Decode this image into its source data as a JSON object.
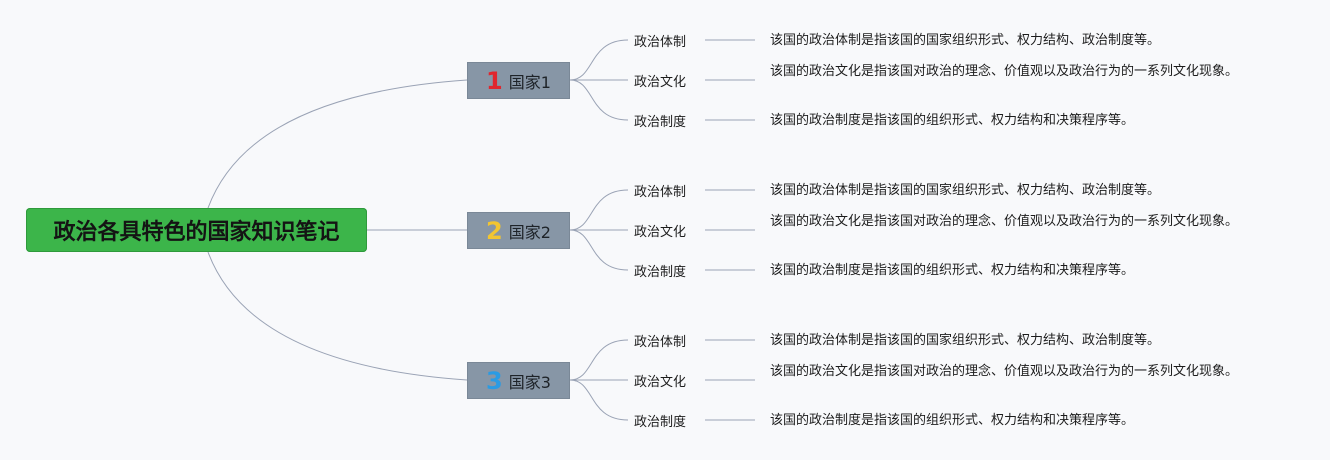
{
  "root": {
    "title": "政治各具特色的国家知识笔记"
  },
  "colors": {
    "root_bg": "#3cb54a",
    "node_bg": "#8796a6",
    "line": "#9aa3b5",
    "badges": [
      "#e0262e",
      "#f2c531",
      "#2b9be3"
    ]
  },
  "branches": [
    {
      "badge": "1",
      "label": "国家1",
      "topics": [
        {
          "name": "政治体制",
          "desc": "该国的政治体制是指该国的国家组织形式、权力结构、政治制度等。"
        },
        {
          "name": "政治文化",
          "desc": "该国的政治文化是指该国对政治的理念、价值观以及政治行为的一系列文化现象。"
        },
        {
          "name": "政治制度",
          "desc": "该国的政治制度是指该国的组织形式、权力结构和决策程序等。"
        }
      ]
    },
    {
      "badge": "2",
      "label": "国家2",
      "topics": [
        {
          "name": "政治体制",
          "desc": "该国的政治体制是指该国的国家组织形式、权力结构、政治制度等。"
        },
        {
          "name": "政治文化",
          "desc": "该国的政治文化是指该国对政治的理念、价值观以及政治行为的一系列文化现象。"
        },
        {
          "name": "政治制度",
          "desc": "该国的政治制度是指该国的组织形式、权力结构和决策程序等。"
        }
      ]
    },
    {
      "badge": "3",
      "label": "国家3",
      "topics": [
        {
          "name": "政治体制",
          "desc": "该国的政治体制是指该国的国家组织形式、权力结构、政治制度等。"
        },
        {
          "name": "政治文化",
          "desc": "该国的政治文化是指该国对政治的理念、价值观以及政治行为的一系列文化现象。"
        },
        {
          "name": "政治制度",
          "desc": "该国的政治制度是指该国的组织形式、权力结构和决策程序等。"
        }
      ]
    }
  ]
}
